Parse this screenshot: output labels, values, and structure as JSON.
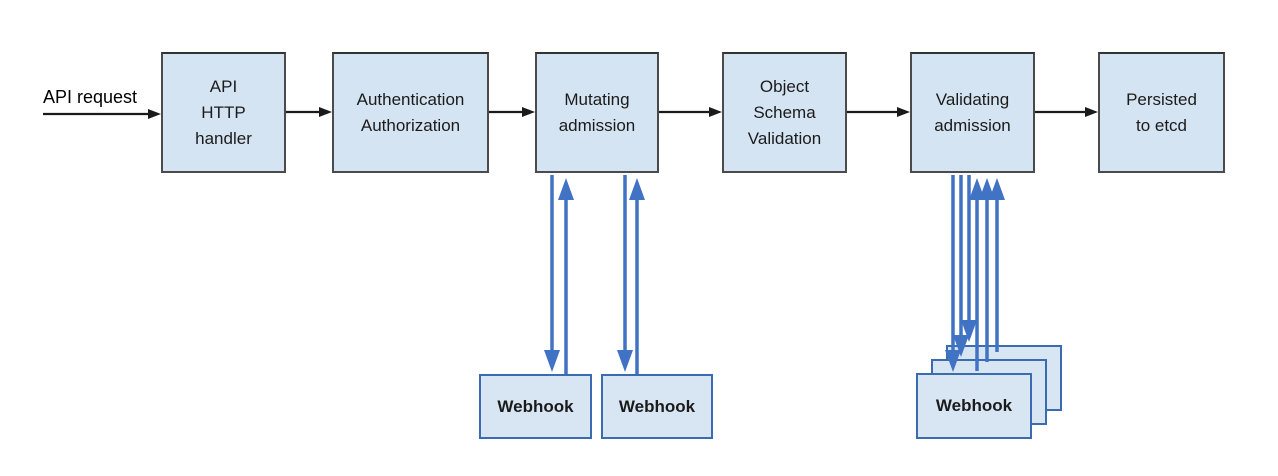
{
  "flow": {
    "request_label": "API request",
    "stages": [
      {
        "label": "API\nHTTP\nhandler"
      },
      {
        "label": "Authentication\nAuthorization"
      },
      {
        "label": "Mutating\nadmission"
      },
      {
        "label": "Object\nSchema\nValidation"
      },
      {
        "label": "Validating\nadmission"
      },
      {
        "label": "Persisted\nto etcd"
      }
    ],
    "webhooks": {
      "mutating": [
        {
          "label": "Webhook"
        },
        {
          "label": "Webhook"
        }
      ],
      "validating": {
        "label": "Webhook",
        "stack_count": 3
      }
    }
  },
  "colors": {
    "stage_fill": "#d4e4f2",
    "stage_border": "#4b4b4b",
    "webhook_fill": "#d8e6f4",
    "webhook_border": "#3c6cb0",
    "arrow_black": "#1a1a1a",
    "arrow_blue": "#4173c4",
    "text_color": "#1b1b1b"
  }
}
